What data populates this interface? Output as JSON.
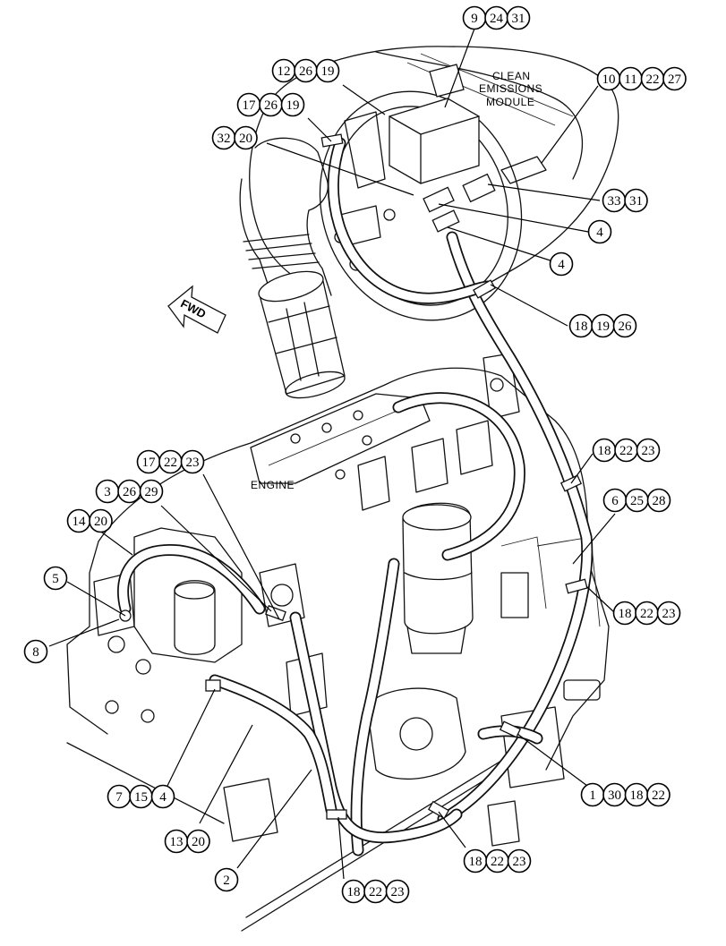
{
  "labels": {
    "module_line1": "CLEAN",
    "module_line2": "EMISSIONS",
    "module_line3": "MODULE",
    "engine": "ENGINE",
    "fwd": "FWD"
  },
  "callouts": [
    {
      "id": "c1",
      "nums": [
        "9",
        "24",
        "31"
      ]
    },
    {
      "id": "c2",
      "nums": [
        "12",
        "26",
        "19"
      ]
    },
    {
      "id": "c3",
      "nums": [
        "10",
        "11",
        "22",
        "27"
      ]
    },
    {
      "id": "c4",
      "nums": [
        "17",
        "26",
        "19"
      ]
    },
    {
      "id": "c5",
      "nums": [
        "32",
        "20"
      ]
    },
    {
      "id": "c6",
      "nums": [
        "33",
        "31"
      ]
    },
    {
      "id": "c7",
      "nums": [
        "4"
      ]
    },
    {
      "id": "c8",
      "nums": [
        "4"
      ]
    },
    {
      "id": "c9",
      "nums": [
        "18",
        "19",
        "26"
      ]
    },
    {
      "id": "c10",
      "nums": [
        "18",
        "22",
        "23"
      ]
    },
    {
      "id": "c11",
      "nums": [
        "17",
        "22",
        "23"
      ]
    },
    {
      "id": "c12",
      "nums": [
        "3",
        "26",
        "29"
      ]
    },
    {
      "id": "c13",
      "nums": [
        "6",
        "25",
        "28"
      ]
    },
    {
      "id": "c14",
      "nums": [
        "14",
        "20"
      ]
    },
    {
      "id": "c15",
      "nums": [
        "18",
        "22",
        "23"
      ]
    },
    {
      "id": "c16",
      "nums": [
        "5"
      ]
    },
    {
      "id": "c17",
      "nums": [
        "8"
      ]
    },
    {
      "id": "c18",
      "nums": [
        "1",
        "30",
        "18",
        "22"
      ]
    },
    {
      "id": "c19",
      "nums": [
        "7",
        "15",
        "4"
      ]
    },
    {
      "id": "c20",
      "nums": [
        "13",
        "20"
      ]
    },
    {
      "id": "c21",
      "nums": [
        "18",
        "22",
        "23"
      ]
    },
    {
      "id": "c22",
      "nums": [
        "2"
      ]
    },
    {
      "id": "c23",
      "nums": [
        "18",
        "22",
        "23"
      ]
    }
  ]
}
